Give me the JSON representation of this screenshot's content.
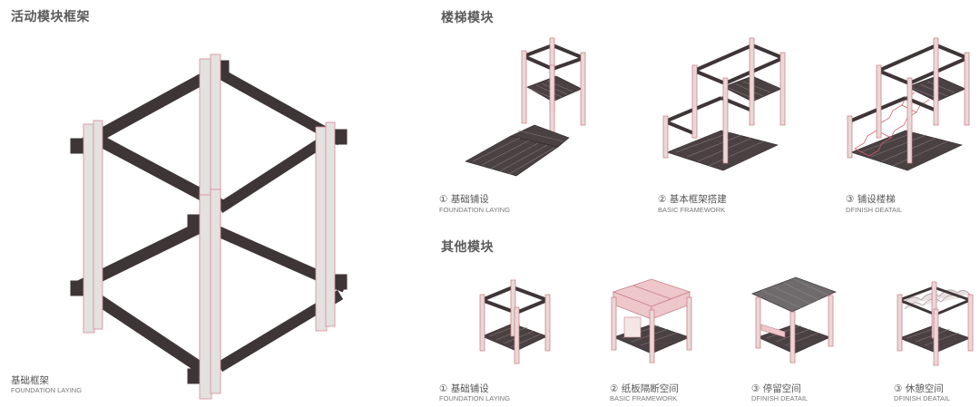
{
  "sections": {
    "frame_title": "活动模块框架",
    "stair_title": "楼梯模块",
    "other_title": "其他模块"
  },
  "frame_caption": {
    "cn": "基础框架",
    "en": "FOUNDATION LAYING"
  },
  "stair_steps": [
    {
      "cn": "① 基础铺设",
      "en": "FOUNDATION LAYING"
    },
    {
      "cn": "② 基本框架搭建",
      "en": "BASIC FRAMEWORK"
    },
    {
      "cn": "③ 铺设楼梯",
      "en": "DFINISH DEATAIL"
    }
  ],
  "other_steps": [
    {
      "cn": "① 基础铺设",
      "en": "FOUNDATION LAYING"
    },
    {
      "cn": "② 纸板隔断空间",
      "en": "BASIC FRAMEWORK"
    },
    {
      "cn": "③ 停留空间",
      "en": "DFINISH DEATAIL"
    },
    {
      "cn": "③ 休憩空间",
      "en": "DFINISH DEATAIL"
    }
  ],
  "colors": {
    "post_fill": "#e4e1e1",
    "post_outline": "#d48a93",
    "beam": "#3e3536",
    "pink_panel": "#eec7cb",
    "roof": "#6f6a6b"
  }
}
